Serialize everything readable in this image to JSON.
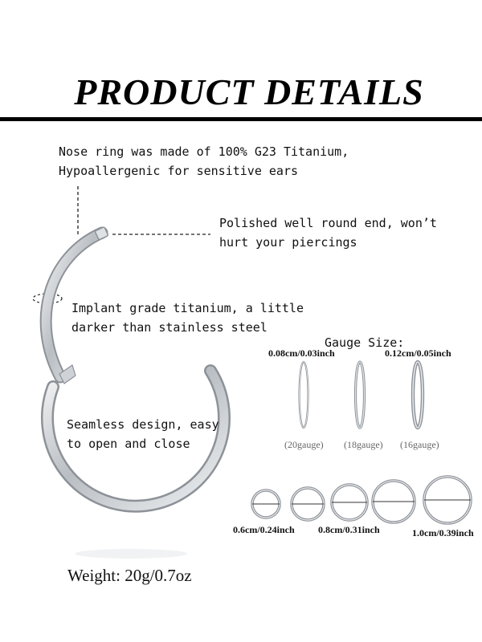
{
  "title": "PRODUCT DETAILS",
  "notes": {
    "material": [
      "Nose ring was made of 100% G23 Titanium,",
      "Hypoallergenic for sensitive ears"
    ],
    "end": [
      "Polished well round end, won’t",
      "hurt your piercings"
    ],
    "grade": [
      "Implant grade titanium, a little",
      "darker than stainless steel"
    ],
    "design": [
      "Seamless design, easy",
      "to open and close"
    ]
  },
  "gauge": {
    "heading": "Gauge Size:",
    "left_dim": "0.08cm/0.03inch",
    "right_dim": "0.12cm/0.05inch",
    "labels": [
      "(20gauge)",
      "(18gauge)",
      "(16gauge)"
    ]
  },
  "diameters": {
    "labels": [
      "0.6cm/0.24inch",
      "0.8cm/0.31inch",
      "1.0cm/0.39inch"
    ]
  },
  "weight": "Weight: 20g/0.7oz",
  "colors": {
    "ring": "#c9cdd1",
    "ring_dark": "#8d9298",
    "text": "#111111"
  }
}
